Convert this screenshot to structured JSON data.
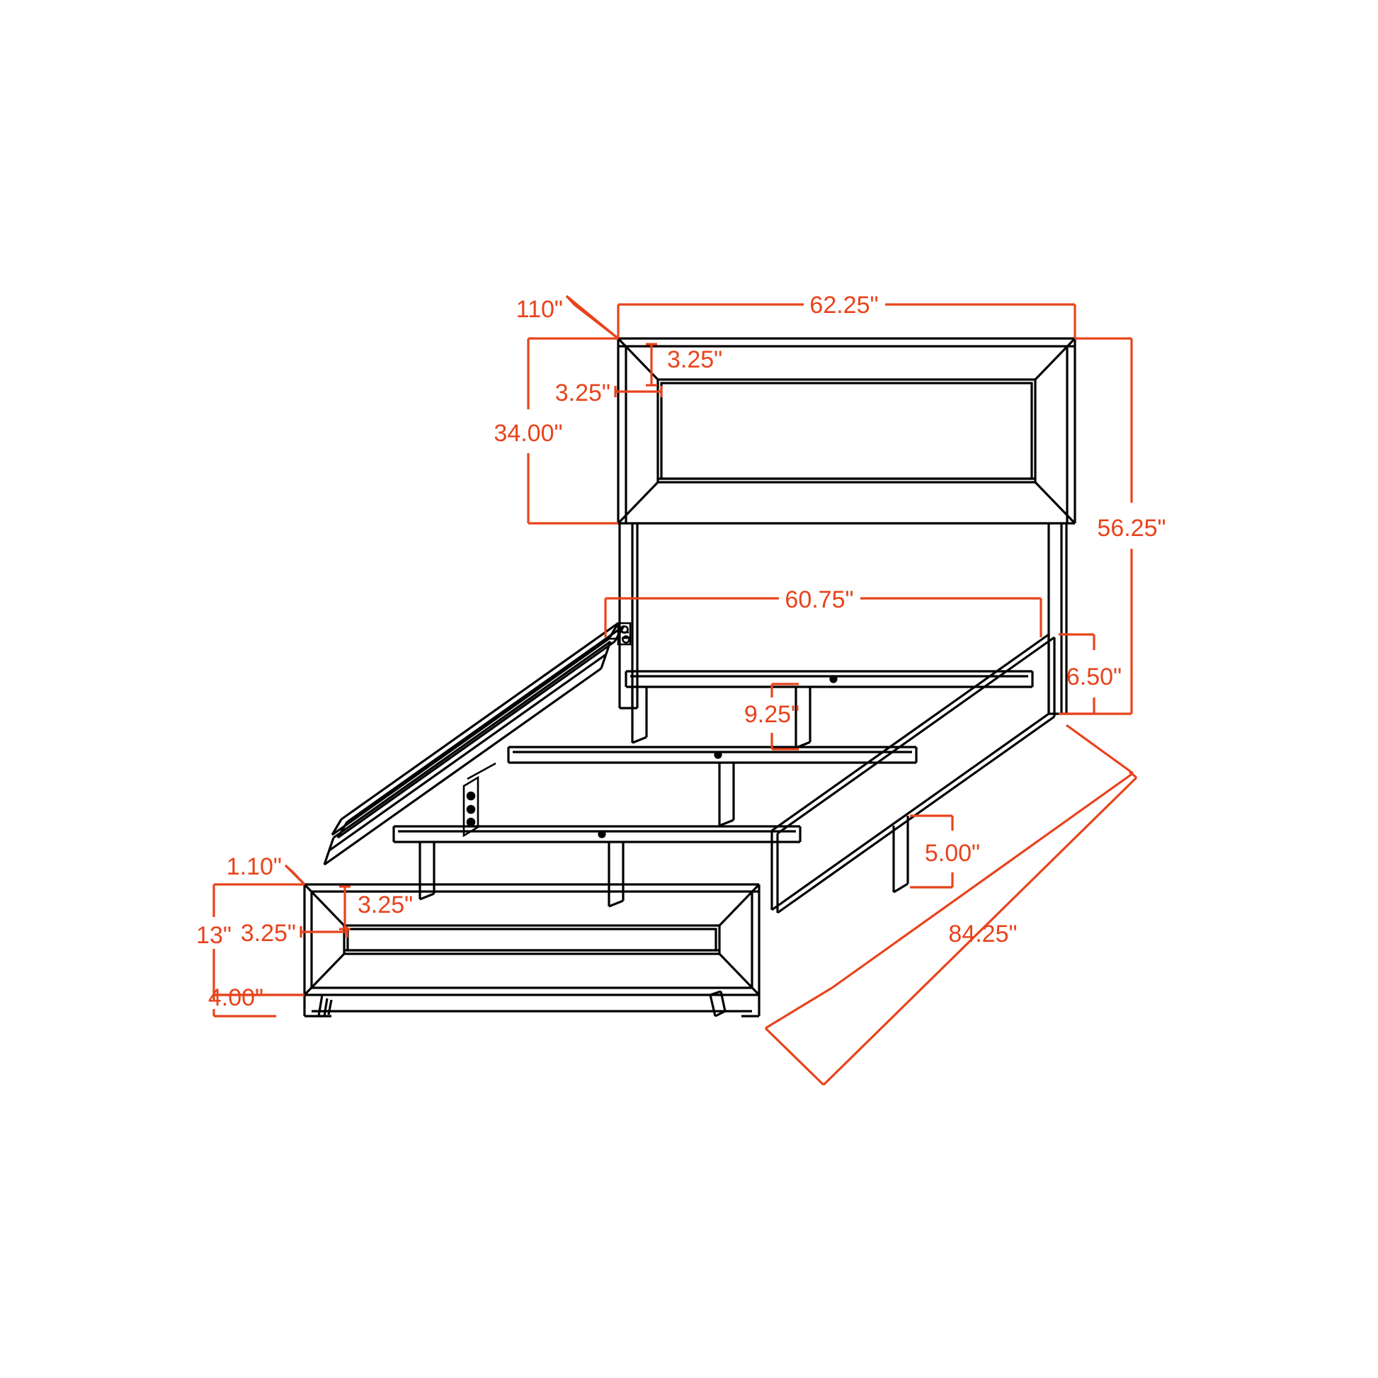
{
  "drawing": {
    "type": "technical-dimension-drawing",
    "subject": "Platform bed frame with panel headboard and footboard",
    "background_color": "#FFFFFF",
    "outline_color": "#000000",
    "dimension_color": "#E8431C",
    "units": "inches"
  },
  "dimensions": {
    "headboard_width": "62.25\"",
    "headboard_top_rail_angle": "110\"",
    "headboard_top_frame_thickness": "3.25\"",
    "headboard_side_frame_thickness": "3.25\"",
    "headboard_height": "34.00\"",
    "overall_height": "56.25\"",
    "inner_rail_width": "60.75\"",
    "side_rail_height": "6.50\"",
    "slat_support_leg_height": "9.25\"",
    "rail_leg_height": "5.00\"",
    "overall_length": "84.25\"",
    "footboard_corner_angle": "1.10\"",
    "footboard_top_frame_thickness": "3.25\"",
    "footboard_side_frame_thickness": "3.25\"",
    "footboard_panel_height": "13\"",
    "footboard_leg_height": "4.00\""
  },
  "labels": [
    {
      "id": "headboard-width",
      "value": "62.25\""
    },
    {
      "id": "headboard-angle",
      "value": "110\""
    },
    {
      "id": "headboard-top-rail",
      "value": "3.25\""
    },
    {
      "id": "headboard-side-rail",
      "value": "3.25\""
    },
    {
      "id": "headboard-height",
      "value": "34.00\""
    },
    {
      "id": "overall-height",
      "value": "56.25\""
    },
    {
      "id": "inner-width",
      "value": "60.75\""
    },
    {
      "id": "side-rail-height",
      "value": "6.50\""
    },
    {
      "id": "slat-leg-height",
      "value": "9.25\""
    },
    {
      "id": "rail-leg-height",
      "value": "5.00\""
    },
    {
      "id": "overall-length",
      "value": "84.25\""
    },
    {
      "id": "footboard-angle",
      "value": "1.10\""
    },
    {
      "id": "footboard-top-rail",
      "value": "3.25\""
    },
    {
      "id": "footboard-side-rail",
      "value": "3.25\""
    },
    {
      "id": "footboard-panel-height",
      "value": "13\""
    },
    {
      "id": "footboard-leg-height",
      "value": "4.00\""
    }
  ]
}
